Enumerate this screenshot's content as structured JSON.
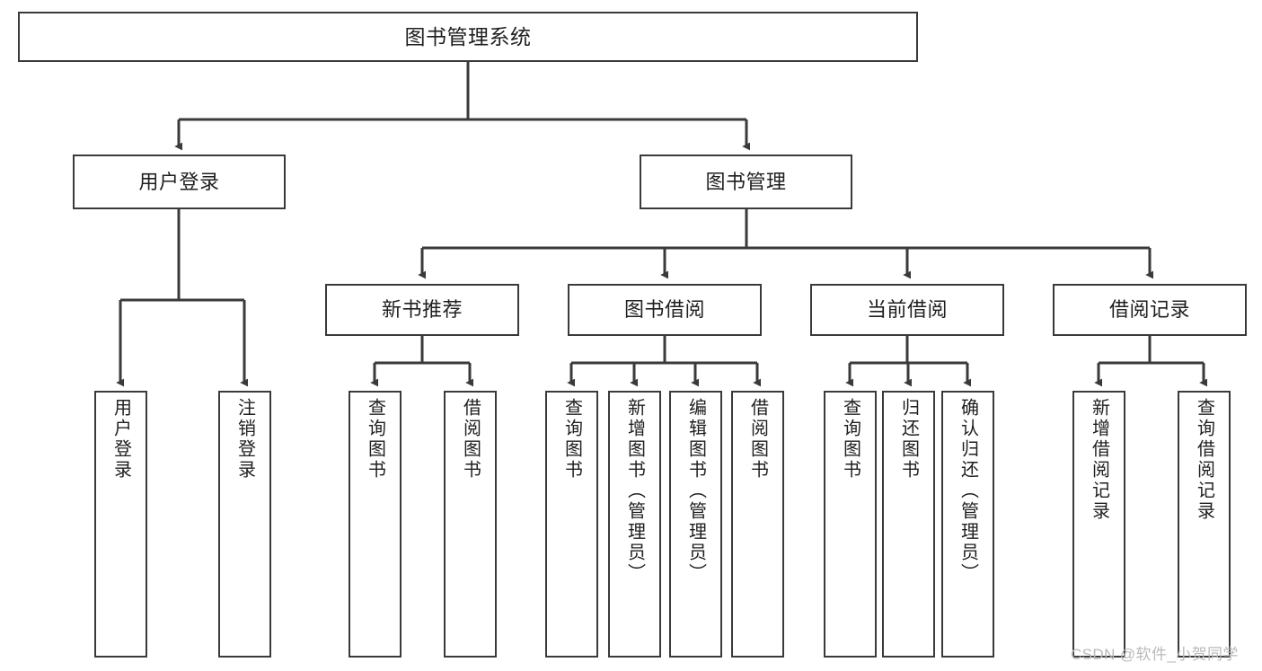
{
  "diagram": {
    "title": "图书管理系统",
    "type": "tree-hierarchy-chart",
    "line_color": "#3a3a3a",
    "box_fill": "#ffffff",
    "text_color": "#1f1f1f"
  },
  "watermark": {
    "text": "CSDN @软件_小贺同学",
    "color": "#b9b9b9"
  },
  "nodes": {
    "root": {
      "label": "图书管理系统"
    },
    "level2": [
      {
        "label": "用户登录"
      },
      {
        "label": "图书管理"
      }
    ],
    "level3": [
      {
        "label": "新书推荐"
      },
      {
        "label": "图书借阅"
      },
      {
        "label": "当前借阅"
      },
      {
        "label": "借阅记录"
      }
    ],
    "leaves": {
      "user_login": [
        {
          "label": "用户登录"
        },
        {
          "label": "注销登录"
        }
      ],
      "new_book": [
        {
          "label": "查询图书"
        },
        {
          "label": "借阅图书"
        }
      ],
      "book_borrow": [
        {
          "label": "查询图书"
        },
        {
          "label": "新增图书（管理员）"
        },
        {
          "label": "编辑图书（管理员）"
        },
        {
          "label": "借阅图书"
        }
      ],
      "current_borrow": [
        {
          "label": "查询图书"
        },
        {
          "label": "归还图书"
        },
        {
          "label": "确认归还（管理员）"
        }
      ],
      "borrow_record": [
        {
          "label": "新增借阅记录"
        },
        {
          "label": "查询借阅记录"
        }
      ]
    }
  }
}
